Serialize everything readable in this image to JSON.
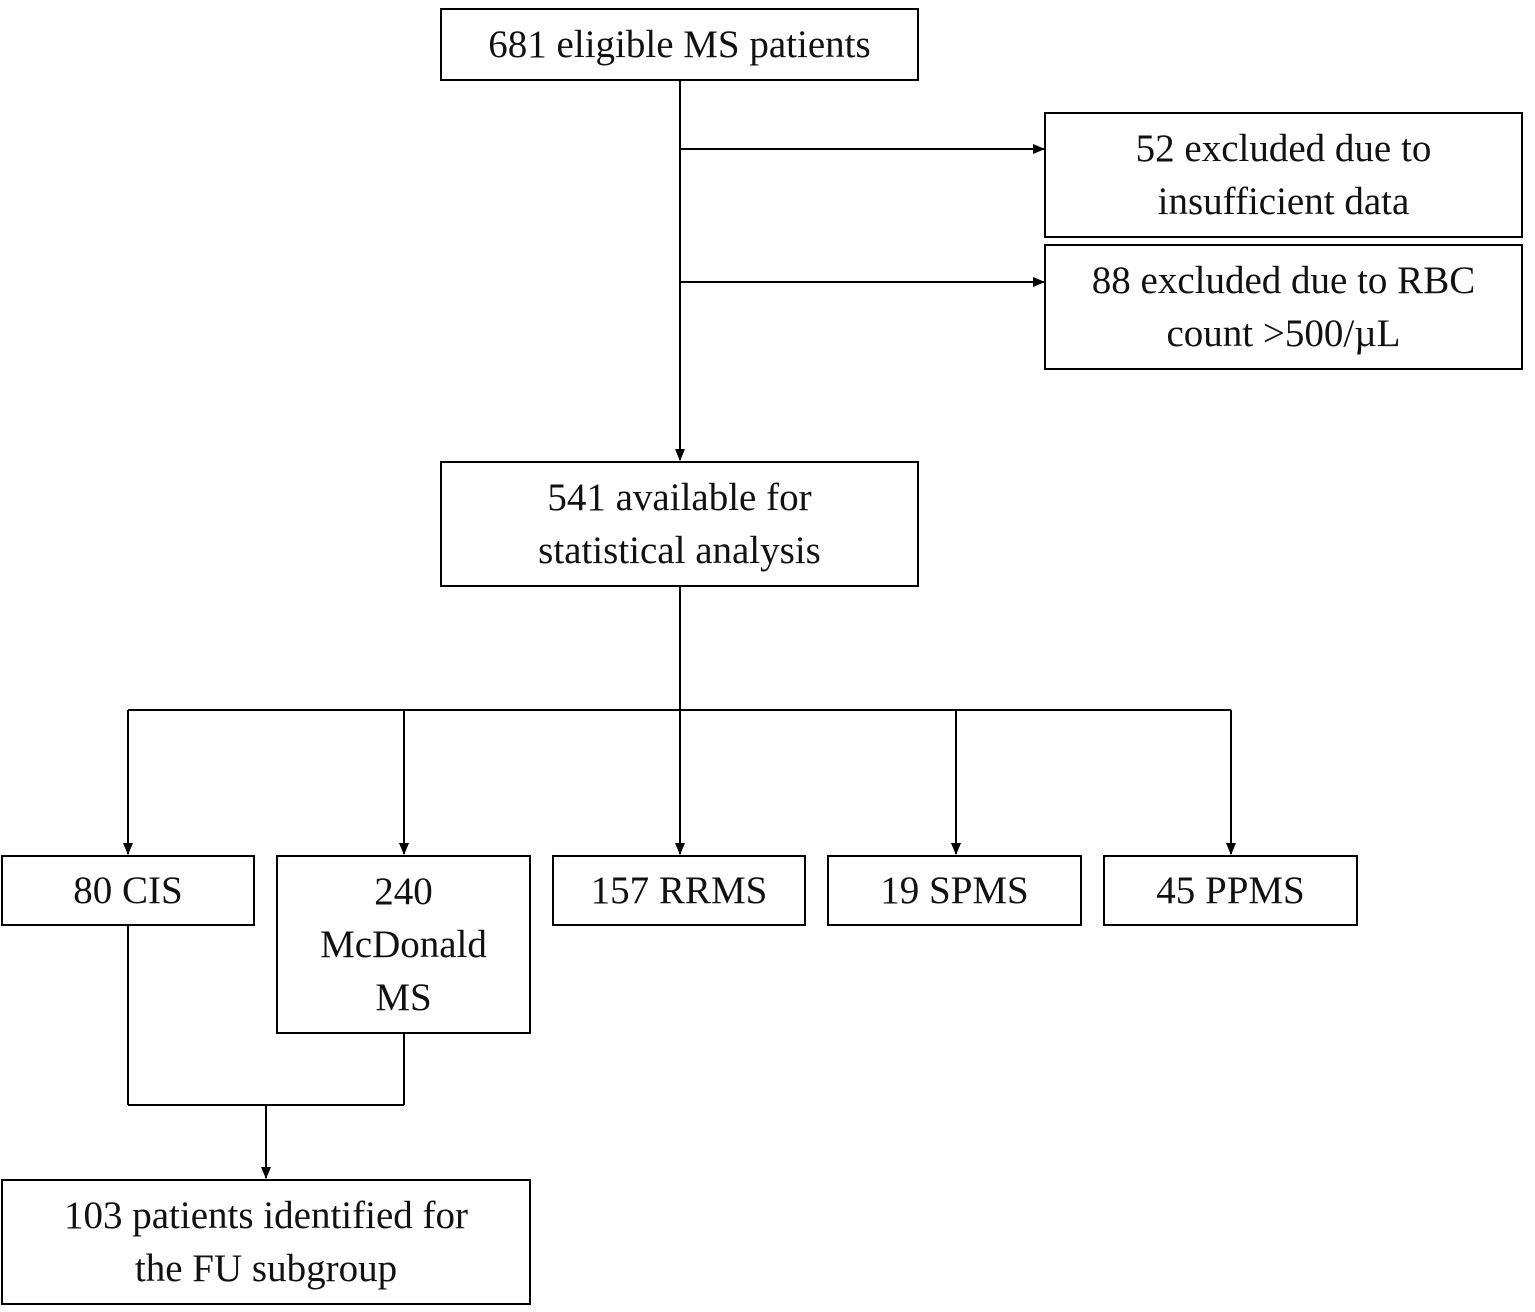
{
  "diagram": {
    "nodes": {
      "eligible": {
        "lines": [
          "681 eligible MS patients"
        ]
      },
      "excluded_data": {
        "lines": [
          "52 excluded due to",
          "insufficient data"
        ]
      },
      "excluded_rbc": {
        "lines": [
          "88 excluded due to RBC",
          "count >500/µL"
        ]
      },
      "available": {
        "lines": [
          "541 available for",
          "statistical analysis"
        ]
      },
      "cis": {
        "lines": [
          "80 CIS"
        ]
      },
      "mcdonald": {
        "lines": [
          "240",
          "McDonald",
          "MS"
        ]
      },
      "rrms": {
        "lines": [
          "157 RRMS"
        ]
      },
      "spms": {
        "lines": [
          "19 SPMS"
        ]
      },
      "ppms": {
        "lines": [
          "45 PPMS"
        ]
      },
      "fu": {
        "lines": [
          "103 patients identified for",
          "the FU subgroup"
        ]
      }
    },
    "edges": [
      {
        "from": "eligible",
        "to": "excluded_data"
      },
      {
        "from": "eligible",
        "to": "excluded_rbc"
      },
      {
        "from": "eligible",
        "to": "available"
      },
      {
        "from": "available",
        "to": "cis"
      },
      {
        "from": "available",
        "to": "mcdonald"
      },
      {
        "from": "available",
        "to": "rrms"
      },
      {
        "from": "available",
        "to": "spms"
      },
      {
        "from": "available",
        "to": "ppms"
      },
      {
        "from": "cis",
        "to": "fu"
      },
      {
        "from": "mcdonald",
        "to": "fu"
      }
    ]
  }
}
